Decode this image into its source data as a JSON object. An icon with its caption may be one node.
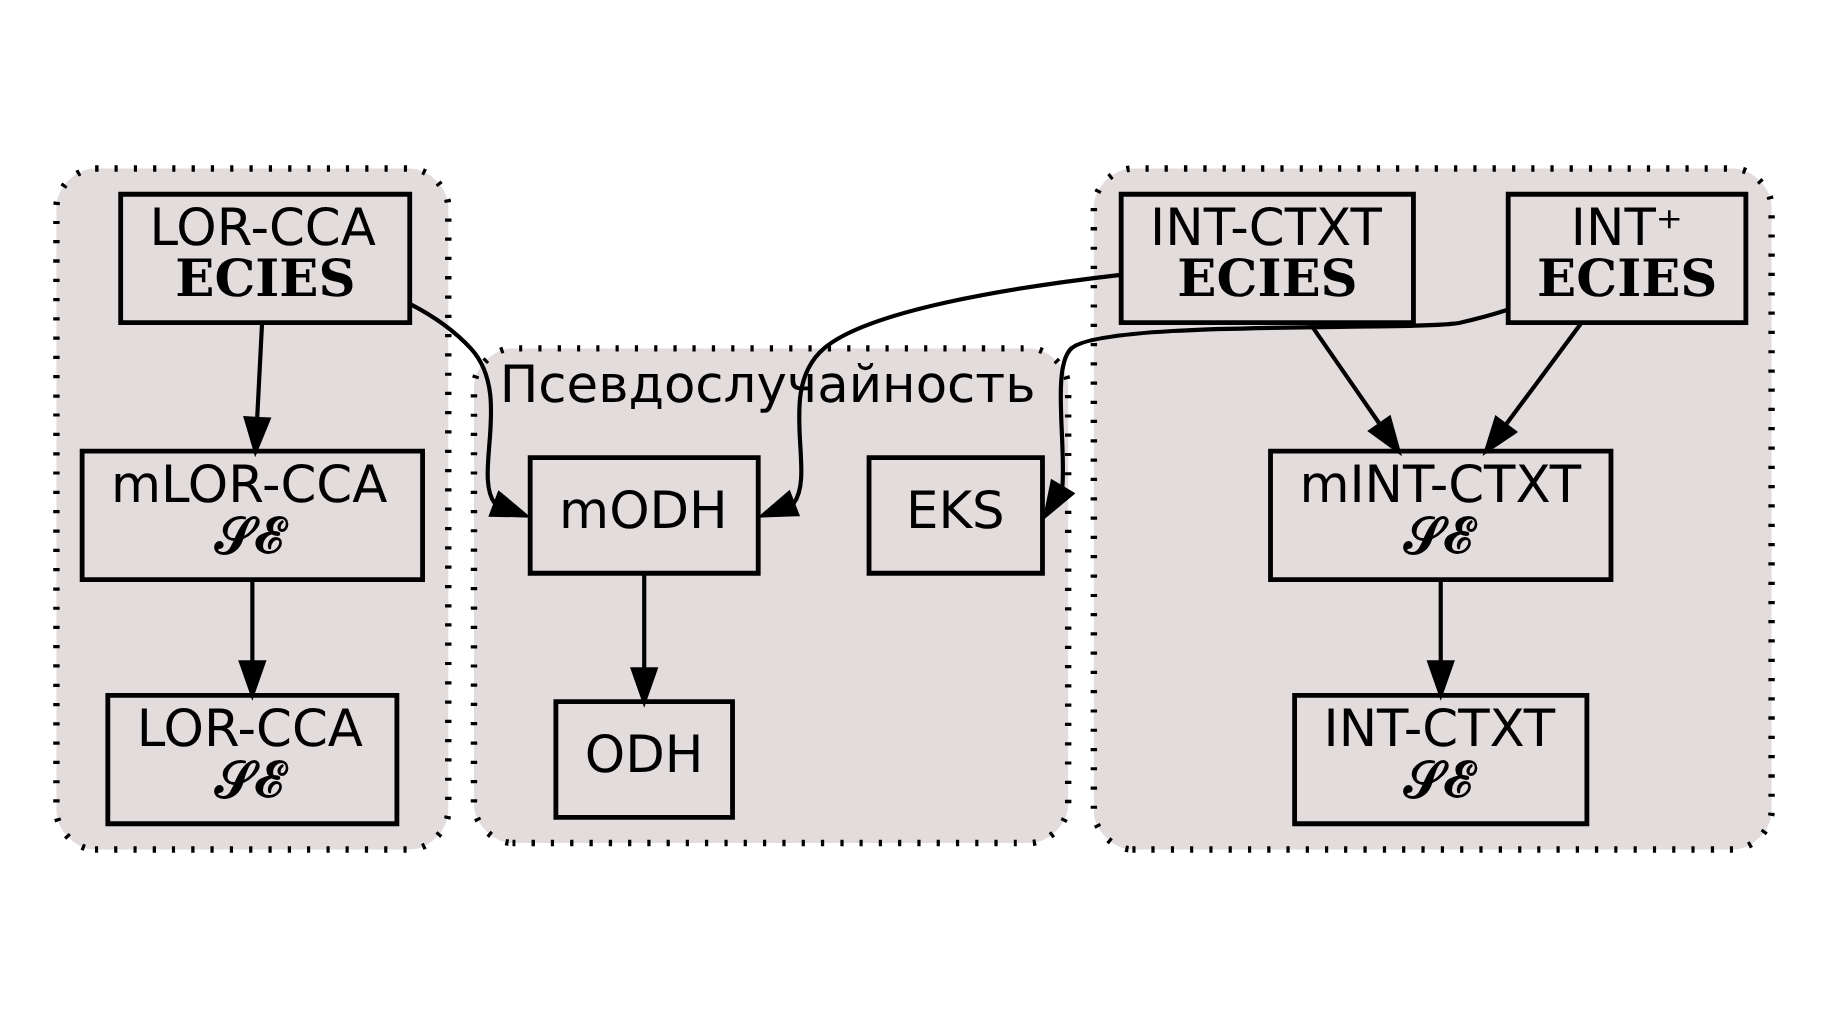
{
  "diagram": {
    "nodes": [
      {
        "text": [],
        "shape": "ellipse"
      },
      {
        "text": [
          "LOR-CCA",
          "ECIES"
        ],
        "in": 0
      },
      {
        "text": [
          "mLOR-CCA",
          "𝒮ℰ"
        ],
        "in": 0
      },
      {
        "text": [
          "LOR-CCA",
          "𝒮ℰ"
        ],
        "in": 0
      },
      {
        "text": [
          "Псевдослучайность"
        ]
      },
      {
        "text": [
          "EKS"
        ],
        "in": 4
      },
      {
        "text": [
          "mODH"
        ],
        "in": 4
      },
      {
        "text": [
          "ODH"
        ],
        "in": 4
      },
      {
        "text": [],
        "shape": "ellipse"
      },
      {
        "text": [
          "INT⁺",
          "ECIES"
        ],
        "in": 8
      },
      {
        "text": [
          "INT-CTXT",
          "ECIES"
        ],
        "in": 8
      },
      {
        "text": [
          "mINT-CTXT",
          "𝒮ℰ"
        ],
        "in": 8
      },
      {
        "text": [
          "INT-CTXT",
          "𝒮ℰ"
        ],
        "in": 8
      }
    ],
    "edges": [
      {
        "from": 1,
        "to": 2,
        "arrow": "to"
      },
      {
        "from": 2,
        "to": 3,
        "arrow": "to"
      },
      {
        "from": 1,
        "to": 6,
        "arrow": "to"
      },
      {
        "from": 9,
        "to": 5,
        "arrow": "to"
      },
      {
        "from": 9,
        "to": 11,
        "arrow": "to"
      },
      {
        "from": 10,
        "to": 11,
        "arrow": "to"
      },
      {
        "from": 10,
        "to": 6,
        "arrow": "to"
      },
      {
        "from": 11,
        "to": 12,
        "arrow": "to"
      },
      {
        "from": 6,
        "to": 7,
        "arrow": "to"
      }
    ]
  }
}
